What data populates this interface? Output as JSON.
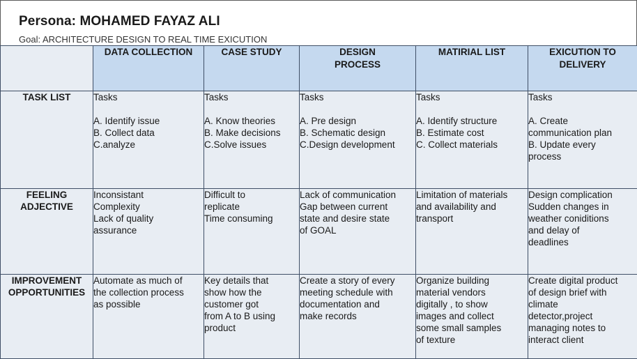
{
  "persona": "Persona: MOHAMED FAYAZ ALI",
  "goal": "Goal: ARCHITECTURE DESIGN TO REAL TIME EXICUTION",
  "columns": [
    "DATA COLLECTION",
    "CASE STUDY",
    "DESIGN\nPROCESS",
    "MATIRIAL LIST",
    "EXICUTION TO\nDELIVERY"
  ],
  "rows": [
    {
      "label": "TASK LIST",
      "cells": [
        "Tasks\n\nA. Identify issue\nB. Collect data\nC.analyze",
        "Tasks\n\nA. Know theories\nB. Make decisions\nC.Solve issues",
        "Tasks\n\nA. Pre design\nB. Schematic design\nC.Design development",
        "Tasks\n\nA.   Identify structure\nB.   Estimate cost\nC. Collect materials",
        "Tasks\n\nA. Create\ncommunication plan\nB. Update every\nprocess"
      ]
    },
    {
      "label": "FEELING\nADJECTIVE",
      "cells": [
        "Inconsistant\nComplexity\nLack of quality\nassurance",
        "Difficult to\nreplicate\nTime consuming",
        "Lack of communication\nGap between current\nstate and desire state\nof GOAL",
        "Limitation of materials\nand availability and\ntransport",
        "Design complication\nSudden changes in\nweather coniditions\nand delay of\ndeadlines"
      ]
    },
    {
      "label": "IMPROVEMENT\nOPPORTUNITIES",
      "cells": [
        "Automate as much of\nthe collection process\nas possible",
        "Key details that\nshow how the\ncustomer got\nfrom A to B using\nproduct",
        "Create a story of every\nmeeting schedule with\ndocumentation and\nmake records",
        "Organize building\nmaterial vendors\ndigitally , to show\nimages and collect\nsome small samples\nof texture",
        "Create digital product\nof design brief with\nclimate\ndetector,project\nmanaging notes to\ninteract client"
      ]
    }
  ]
}
